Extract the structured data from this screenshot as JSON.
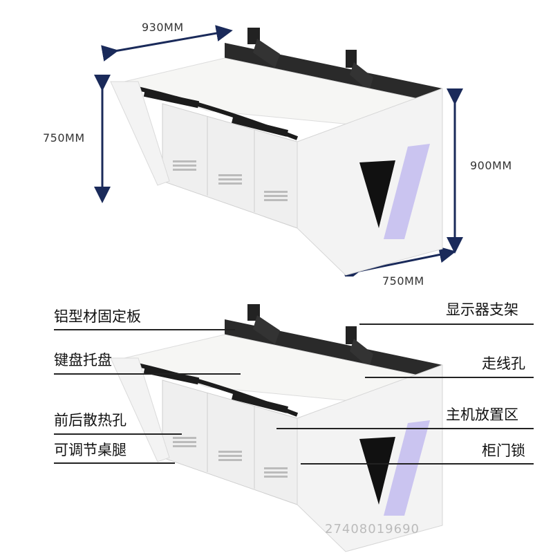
{
  "dimensions": {
    "width_top": "930MM",
    "height_left": "750MM",
    "height_right": "900MM",
    "depth_bottom": "750MM"
  },
  "callouts": {
    "left": [
      "铝型材固定板",
      "键盘托盘",
      "前后散热孔",
      "可调节桌腿"
    ],
    "right": [
      "显示器支架",
      "走线孔",
      "主机放置区",
      "柜门锁"
    ]
  },
  "watermark": "27408019690",
  "colors": {
    "desk_white": "#f4f4f4",
    "desk_shadow": "#d9d9d9",
    "rail_dark": "#2a2a2a",
    "accent_purple": "#b9b1ea",
    "tray_black": "#1c1c1c"
  }
}
